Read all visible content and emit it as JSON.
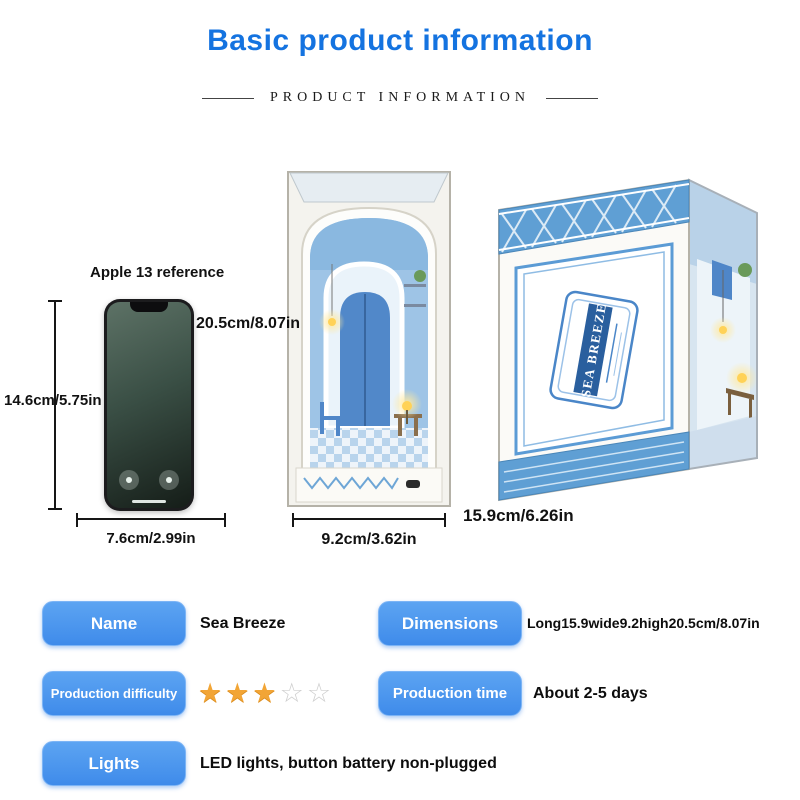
{
  "header": {
    "title": "Basic product information",
    "subtitle": "PRODUCT INFORMATION"
  },
  "reference": {
    "label": "Apple 13 reference",
    "height": "14.6cm/5.75in",
    "width": "7.6cm/2.99in"
  },
  "product": {
    "front_height": "20.5cm/8.07in",
    "front_width": "9.2cm/3.62in",
    "side_depth": "15.9cm/6.26in",
    "sign_text": "SEA BREEZE"
  },
  "specs": {
    "name": {
      "label": "Name",
      "value": "Sea Breeze"
    },
    "dimensions": {
      "label": "Dimensions",
      "value": "Long15.9wide9.2high20.5cm/8.07in"
    },
    "difficulty": {
      "label": "Production difficulty",
      "stars_filled": "★★★",
      "stars_empty": "☆☆",
      "rating": "3 of 5"
    },
    "time": {
      "label": "Production time",
      "value": "About 2-5 days"
    },
    "lights": {
      "label": "Lights",
      "value": "LED lights, button battery non-plugged"
    }
  },
  "colors": {
    "title_blue": "#1473e0",
    "badge_blue": "#4a94ee",
    "product_blue": "#5f9fd4",
    "star_gold": "#f2a536"
  }
}
